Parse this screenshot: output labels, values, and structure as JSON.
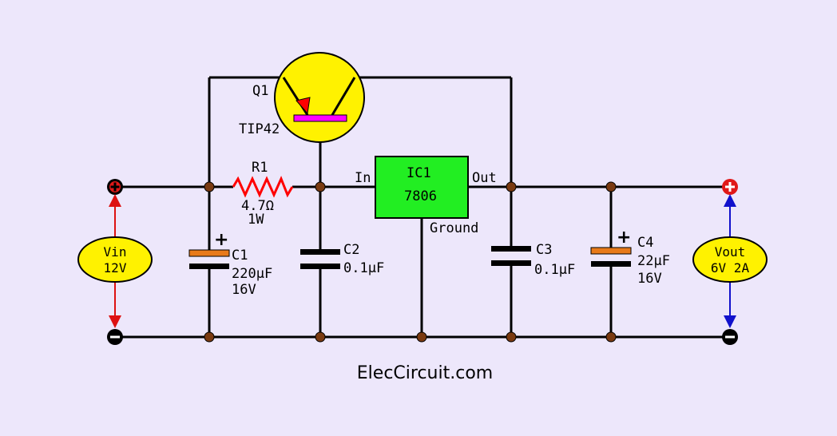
{
  "colors": {
    "background": "#EDE7FB",
    "wire": "#000000",
    "node": "#7A3A10",
    "transistor_body": "#FFF200",
    "emitter_bar": "#FF00FF",
    "emitter_arrow": "#FF0000",
    "regulator": "#22EE22",
    "resistor": "#FF0000",
    "electrolytic_plate": "#E87A1A",
    "input_arrow": "#DD1111",
    "output_arrow": "#1111CC",
    "bubble": "#FFF200"
  },
  "transistor": {
    "ref": "Q1",
    "part": "TIP42"
  },
  "resistor": {
    "ref": "R1",
    "value": "4.7Ω",
    "power": "1W"
  },
  "regulator": {
    "ref": "IC1",
    "part": "7806",
    "pin_in": "In",
    "pin_out": "Out",
    "pin_ground": "Ground"
  },
  "capacitors": {
    "c1": {
      "ref": "C1",
      "value": "220µF",
      "voltage": "16V",
      "polarity": "+"
    },
    "c2": {
      "ref": "C2",
      "value": "0.1µF"
    },
    "c3": {
      "ref": "C3",
      "value": "0.1µF"
    },
    "c4": {
      "ref": "C4",
      "value": "22µF",
      "voltage": "16V",
      "polarity": "+"
    }
  },
  "input": {
    "label": "Vin",
    "value": "12V"
  },
  "output": {
    "label": "Vout",
    "value": "6V 2A"
  },
  "terminals": {
    "plus": "+",
    "minus": "−"
  },
  "footer": {
    "site": "ElecCircuit.com"
  }
}
